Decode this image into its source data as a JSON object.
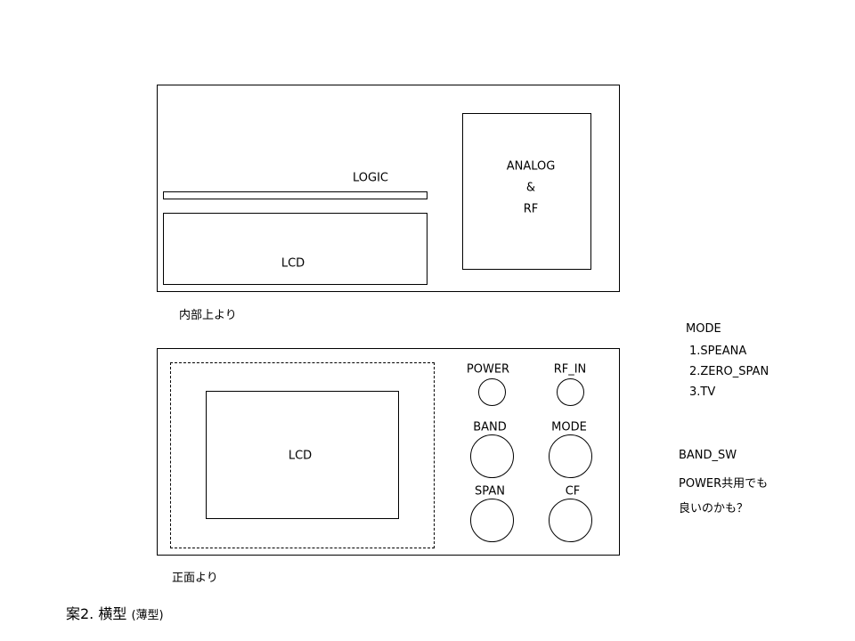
{
  "top_view": {
    "logic": "LOGIC",
    "lcd": "LCD",
    "analog_lines": [
      "ANALOG",
      "&",
      "RF"
    ],
    "caption": "内部上より"
  },
  "front_view": {
    "lcd": "LCD",
    "caption": "正面より",
    "controls": {
      "power": "POWER",
      "rf_in": "RF_IN",
      "band": "BAND",
      "mode": "MODE",
      "span": "SPAN",
      "cf": "CF"
    }
  },
  "notes": {
    "mode_title": "MODE",
    "modes": [
      "1.SPEANA",
      "2.ZERO_SPAN",
      "3.TV"
    ],
    "band_lines": [
      "BAND_SW",
      "POWER共用でも",
      "良いのかも？"
    ]
  },
  "title": {
    "main": "案2. 横型",
    "sub": "(薄型)"
  }
}
